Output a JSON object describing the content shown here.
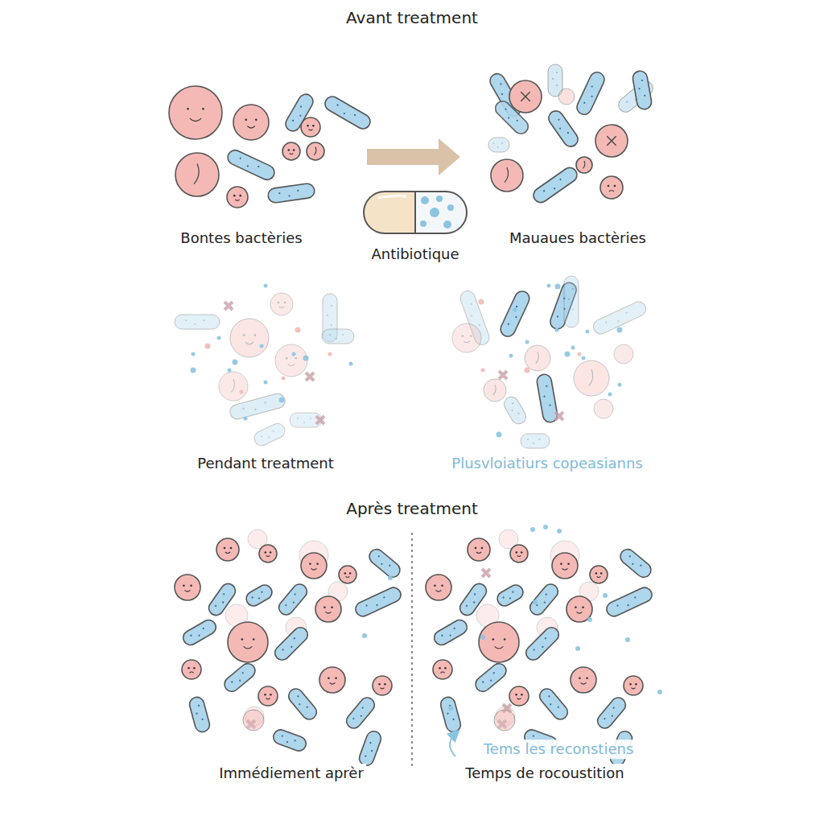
{
  "diagram": {
    "labels": [
      "Avant treatment",
      "Bontes bactèries",
      "Antibiotique",
      "Mauaues bactèries",
      "Pendant treatment",
      "Plusvloiatiurs copeasianns",
      "Après treatment",
      "Immédiement aprèr",
      "Tems les reconstiens",
      "Temps de rocoustition"
    ]
  }
}
